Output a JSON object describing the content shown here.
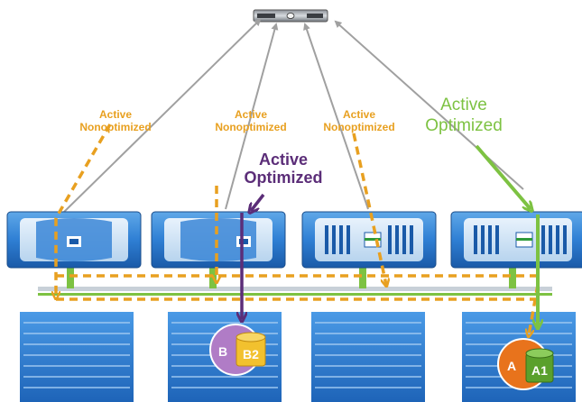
{
  "paths": [
    {
      "state": "Active",
      "type": "Nonoptimized",
      "color": "#e8a020"
    },
    {
      "state": "Active",
      "type": "Nonoptimized",
      "color": "#e8a020"
    },
    {
      "state": "Active",
      "type": "Nonoptimized",
      "color": "#e8a020"
    },
    {
      "state": "Active",
      "type": "Optimized",
      "color": "#7dc242"
    }
  ],
  "local_path": {
    "state": "Active",
    "type": "Optimized",
    "color": "#5b2d78"
  },
  "aggregates": [
    {
      "outer": "B",
      "inner": "B2",
      "outer_color": "#b07cc6",
      "inner_color": "#f2c12e"
    },
    {
      "outer": "A",
      "inner": "A1",
      "outer_color": "#e8731c",
      "inner_color": "#5aa02c"
    }
  ]
}
